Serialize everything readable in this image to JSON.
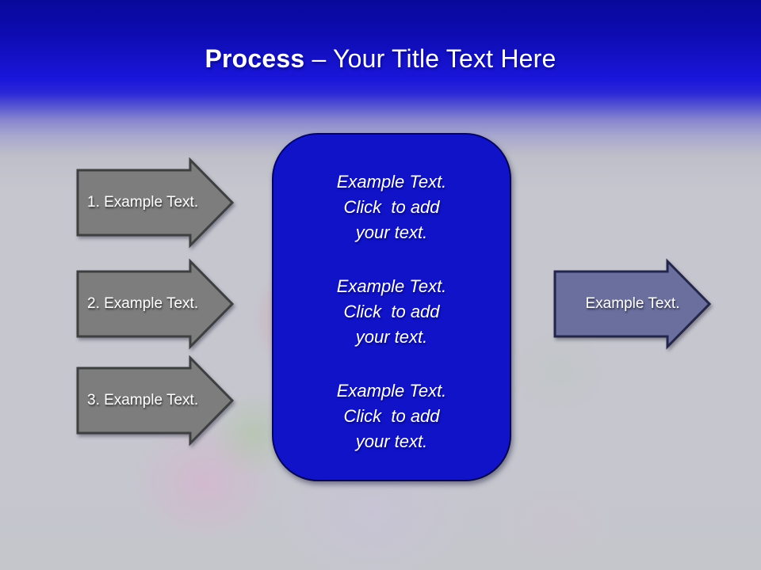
{
  "slide": {
    "title": {
      "bold": "Process",
      "rest": "– Your Title Text Here"
    },
    "left_arrows": [
      {
        "label": "1. Example Text."
      },
      {
        "label": "2. Example Text."
      },
      {
        "label": "3. Example Text."
      }
    ],
    "center_panel": {
      "blocks": [
        {
          "line1": "Example Text.",
          "line2": "Click  to add",
          "line3": "your text."
        },
        {
          "line1": "Example Text.",
          "line2": "Click  to add",
          "line3": "your text."
        },
        {
          "line1": "Example Text.",
          "line2": "Click  to add",
          "line3": "your text."
        }
      ]
    },
    "right_arrow": {
      "label": "Example Text."
    },
    "colors": {
      "header_blue_top": "#09099b",
      "header_blue_bright": "#1a16db",
      "background_gray": "#c6c6cf",
      "panel_blue": "#1113c9",
      "panel_border": "#04045c",
      "left_arrow_fill": "#7d7d7d",
      "left_arrow_border": "#3d3f40",
      "right_arrow_fill": "#6b6f9d",
      "right_arrow_border": "#23264a",
      "text_white": "#ffffff"
    }
  }
}
